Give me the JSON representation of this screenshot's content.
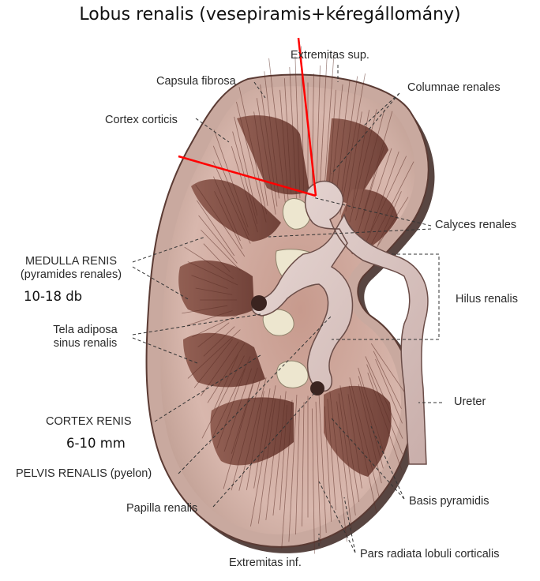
{
  "title": "Lobus renalis (vesepiramis+kéregállomány)",
  "labels": {
    "extremitas_sup": "Extremitas sup.",
    "capsula_fibrosa": "Capsula fibrosa",
    "columnae_renales": "Columnae renales",
    "cortex_corticis": "Cortex corticis",
    "calyces_renales": "Calyces renales",
    "medulla_renis_1": "MEDULLA RENIS",
    "medulla_renis_2": "(pyramides renales)",
    "hilus_renalis": "Hilus renalis",
    "tela_adiposa_1": "Tela adiposa",
    "tela_adiposa_2": "sinus renalis",
    "ureter": "Ureter",
    "cortex_renis": "CORTEX RENIS",
    "pelvis_renalis": "PELVIS RENALIS (pyelon)",
    "papilla_renalis": "Papilla renalis",
    "basis_pyramidis": "Basis pyramidis",
    "pars_radiata": "Pars radiata lobuli corticalis",
    "extremitas_inf": "Extremitas inf."
  },
  "notes": {
    "pyramid_count": "10-18 db",
    "cortex_thickness": "6-10 mm"
  },
  "colors": {
    "capsule": "#c9a99f",
    "cortex": "#d8b7ad",
    "pyramid": "#7d4a40",
    "pelvis": "#d9c3c0",
    "fat": "#ede6cf",
    "highlight": "#ff0000"
  }
}
